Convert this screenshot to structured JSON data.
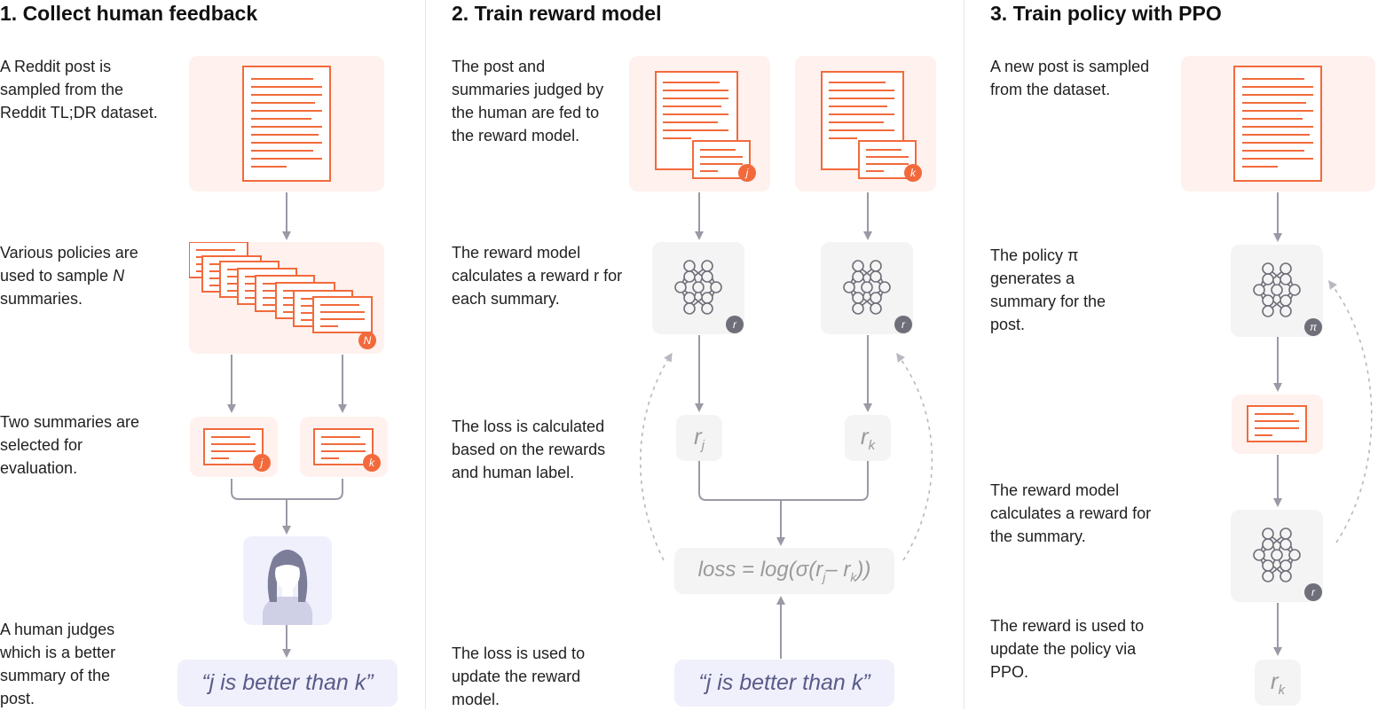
{
  "panels": [
    {
      "title": "1. Collect human feedback"
    },
    {
      "title": "2. Train reward model"
    },
    {
      "title": "3. Train policy with PPO"
    }
  ],
  "panel1": {
    "step1": "A Reddit post is sampled from the Reddit TL;DR dataset.",
    "step2_prefix": "Various policies are used to sample ",
    "step2_var": "N",
    "step2_suffix": " summaries.",
    "step3": "Two summaries are selected for evaluation.",
    "step4": "A human judges which is a better summary of the post.",
    "badge_n": "N",
    "badge_j": "j",
    "badge_k": "k",
    "judgement": "“j is better than k”"
  },
  "panel2": {
    "step1": "The post and summaries judged by the human are fed to the reward model.",
    "step2": "The reward model calculates a reward r for each summary.",
    "step3": "The loss is calculated based on the rewards and human label.",
    "step4": "The loss is used to update the reward model.",
    "badge_j": "j",
    "badge_k": "k",
    "badge_r": "r",
    "r_letter": "r",
    "r_j_sub": "j",
    "r_k_sub": "k",
    "loss_prefix": "loss = log(σ(r",
    "loss_sub_j": "j",
    "loss_mid": "– r",
    "loss_sub_k": "k",
    "loss_suffix": "))",
    "judgement": "“j is better than k”"
  },
  "panel3": {
    "step1": "A new post is sampled from the dataset.",
    "step2": "The policy π generates a summary for the post.",
    "step3": "The reward model calculates a reward for the summary.",
    "step4": "The reward is used to update the policy via PPO.",
    "badge_pi": "π",
    "badge_r": "r",
    "r_letter": "r",
    "r_k_sub": "k"
  },
  "colors": {
    "accent": "#f26a3c",
    "pink_bg": "#fef1ee",
    "gray_bg": "#f4f4f4",
    "lavender_bg": "#eff0fb",
    "arrow": "#9a9aa6",
    "network": "#6f6f7a"
  }
}
